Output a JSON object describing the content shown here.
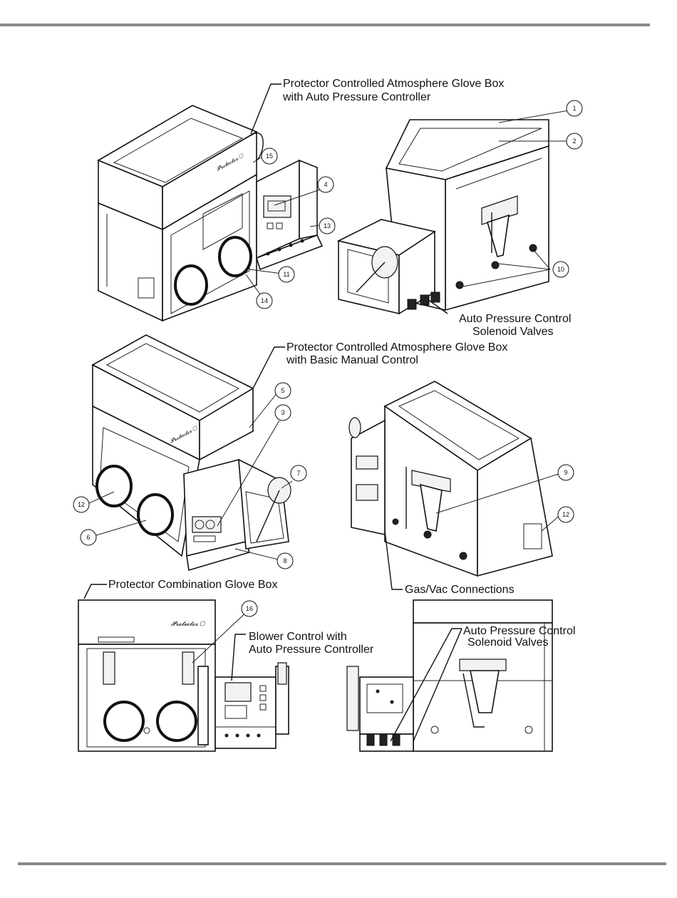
{
  "labels": {
    "auto_glove_box": [
      "Protector Controlled Atmosphere Glove Box",
      "with Auto Pressure Controller"
    ],
    "solenoid_valves_top": [
      "Auto Pressure Control",
      "Solenoid Valves"
    ],
    "manual_glove_box": [
      "Protector Controlled Atmosphere Glove Box",
      "with Basic Manual Control"
    ],
    "gas_vac": "Gas/Vac Connections",
    "combination_glove_box": "Protector Combination Glove Box",
    "blower_control": [
      "Blower Control with",
      "Auto Pressure Controller"
    ],
    "solenoid_valves_bottom": [
      "Auto Pressure Control",
      "Solenoid Valves"
    ]
  },
  "brand_mark": "Protector",
  "callouts": [
    "1",
    "2",
    "3",
    "4",
    "5",
    "6",
    "7",
    "8",
    "9",
    "10",
    "11",
    "12",
    "12",
    "13",
    "14",
    "15",
    "16"
  ],
  "colors": {
    "rule": "#8a8a8a",
    "ink": "#111111"
  }
}
